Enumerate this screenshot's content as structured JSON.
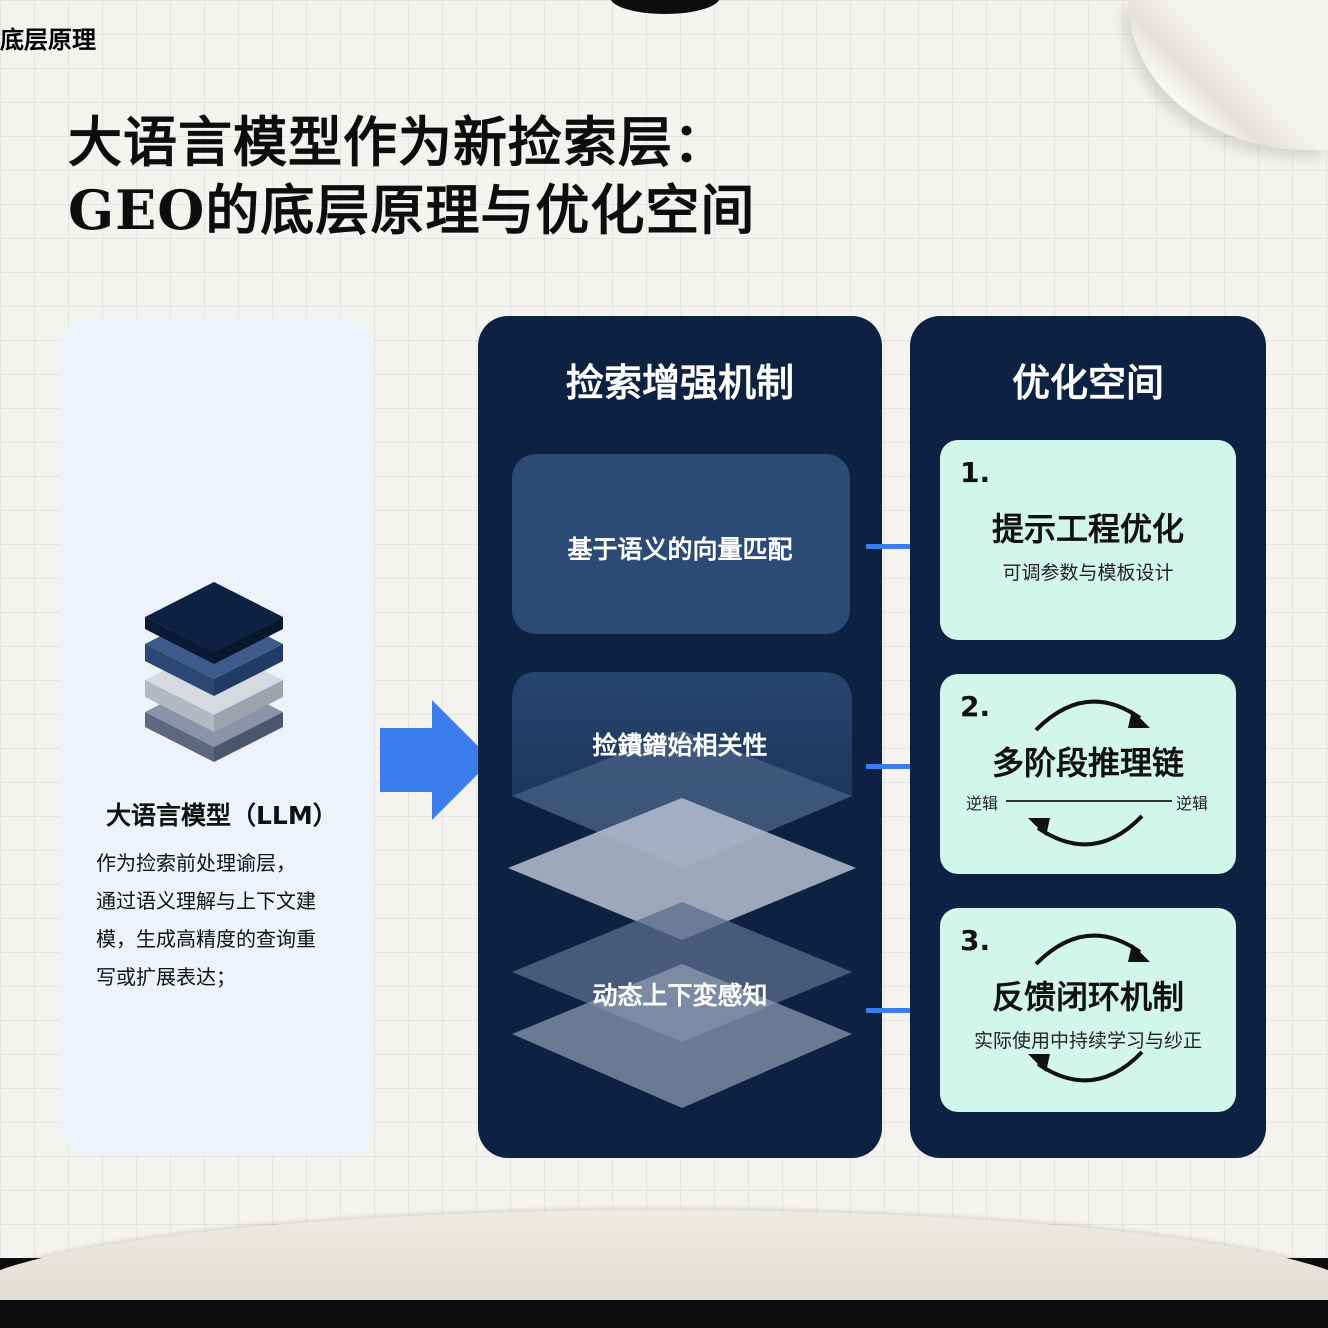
{
  "title": {
    "line1": "大语言模型作为新捡索层：",
    "line2": "GEO的底层原理与优化空间"
  },
  "left": {
    "heading": "底层原理",
    "icon": "layered-stack-icon",
    "model_name": "大语言模型（LLM）",
    "desc_lines": [
      "作为捡索前处理谕层，",
      "通过语义理解与上下文建",
      "模，生成高精度的查询重",
      "写或扩展表达；"
    ]
  },
  "middle": {
    "heading": "捡索增强机制",
    "items": [
      "基于语义的向量匹配",
      "捡鐨鐠始相关性",
      "动态上下変感知"
    ]
  },
  "right": {
    "heading": "优化空间",
    "cards": [
      {
        "num": "1.",
        "title": "提示工程优化",
        "sub": "可调参数与模板设计"
      },
      {
        "num": "2.",
        "title": "多阶段推理链",
        "left_label": "逆辑",
        "right_label": "逆辑"
      },
      {
        "num": "3.",
        "title": "反馈闭环机制",
        "sub": "实际使用中持续学习与纱正"
      }
    ]
  },
  "colors": {
    "navy": "#0d2242",
    "mint": "#d2f7ea",
    "light_panel": "#eef3fb",
    "arrow_blue": "#3b7ded"
  }
}
